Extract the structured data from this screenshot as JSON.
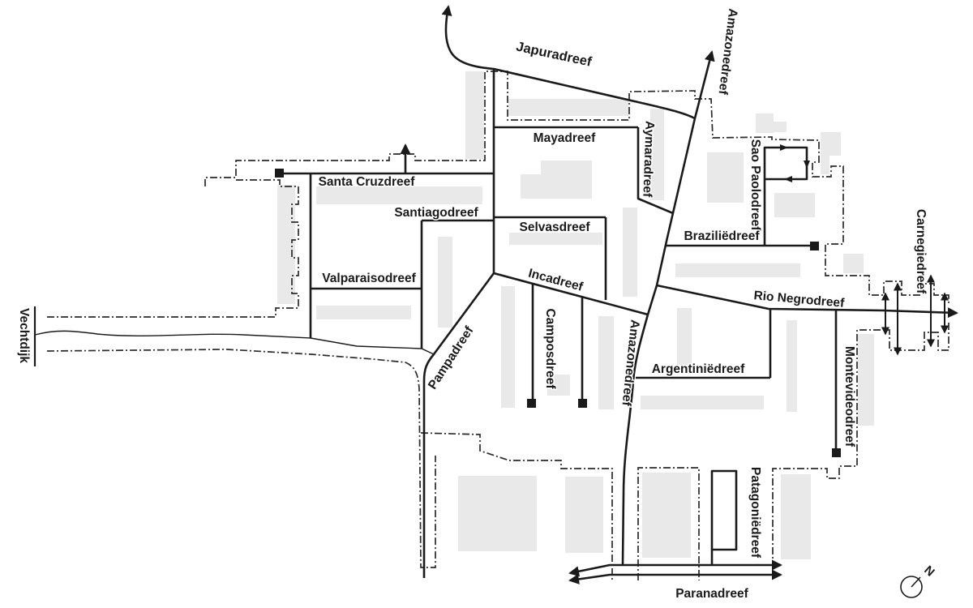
{
  "labels": {
    "japuradreef": "Japuradreef",
    "amazonedreef": "Amazonedreef",
    "mayadreef": "Mayadreef",
    "aymaradreef": "Aymaradreef",
    "santa_cruzdreef": "Santa Cruzdreef",
    "santiagodreef": "Santiagodreef",
    "selvasdreef": "Selvasdreef",
    "sao_paolodreef": "Sao Paolodreef",
    "braziliedreef": "Braziliëdreef",
    "valparaisodreef": "Valparaisodreef",
    "incadreef": "Incadreef",
    "rio_negrodreef": "Rio Negrodreef",
    "carnegiedreef": "Carnegiedreef",
    "vechtdijk": "Vechtdijk",
    "pampadreef": "Pampadreef",
    "camposdreef": "Camposdreef",
    "argentiniedreef": "Argentiniëdreef",
    "montevideodreef": "Montevideodreef",
    "patagoniedreef": "Patagoniëdreef",
    "paranadreef": "Paranadreef"
  },
  "compass": {
    "north": "N"
  },
  "colors": {
    "background": "#ffffff",
    "road": "#1a1a1a",
    "boundary": "#2a2a2a",
    "building": "#e9e9e9"
  }
}
